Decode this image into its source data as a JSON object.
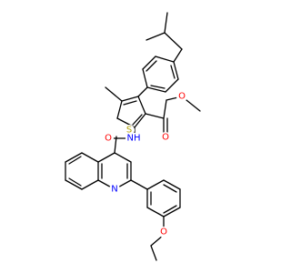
{
  "molecule": {
    "atoms": [
      {
        "label": "S",
        "color": "#b2a100"
      },
      {
        "label": "O",
        "color": "#ff0000"
      },
      {
        "label": "O",
        "color": "#ff0000"
      },
      {
        "label": "NH",
        "color": "#0000ff"
      },
      {
        "label": "O",
        "color": "#ff0000"
      },
      {
        "label": "N",
        "color": "#0000ff"
      },
      {
        "label": "O",
        "color": "#ff0000"
      }
    ],
    "bond_color": "#000000",
    "background": "#ffffff"
  }
}
